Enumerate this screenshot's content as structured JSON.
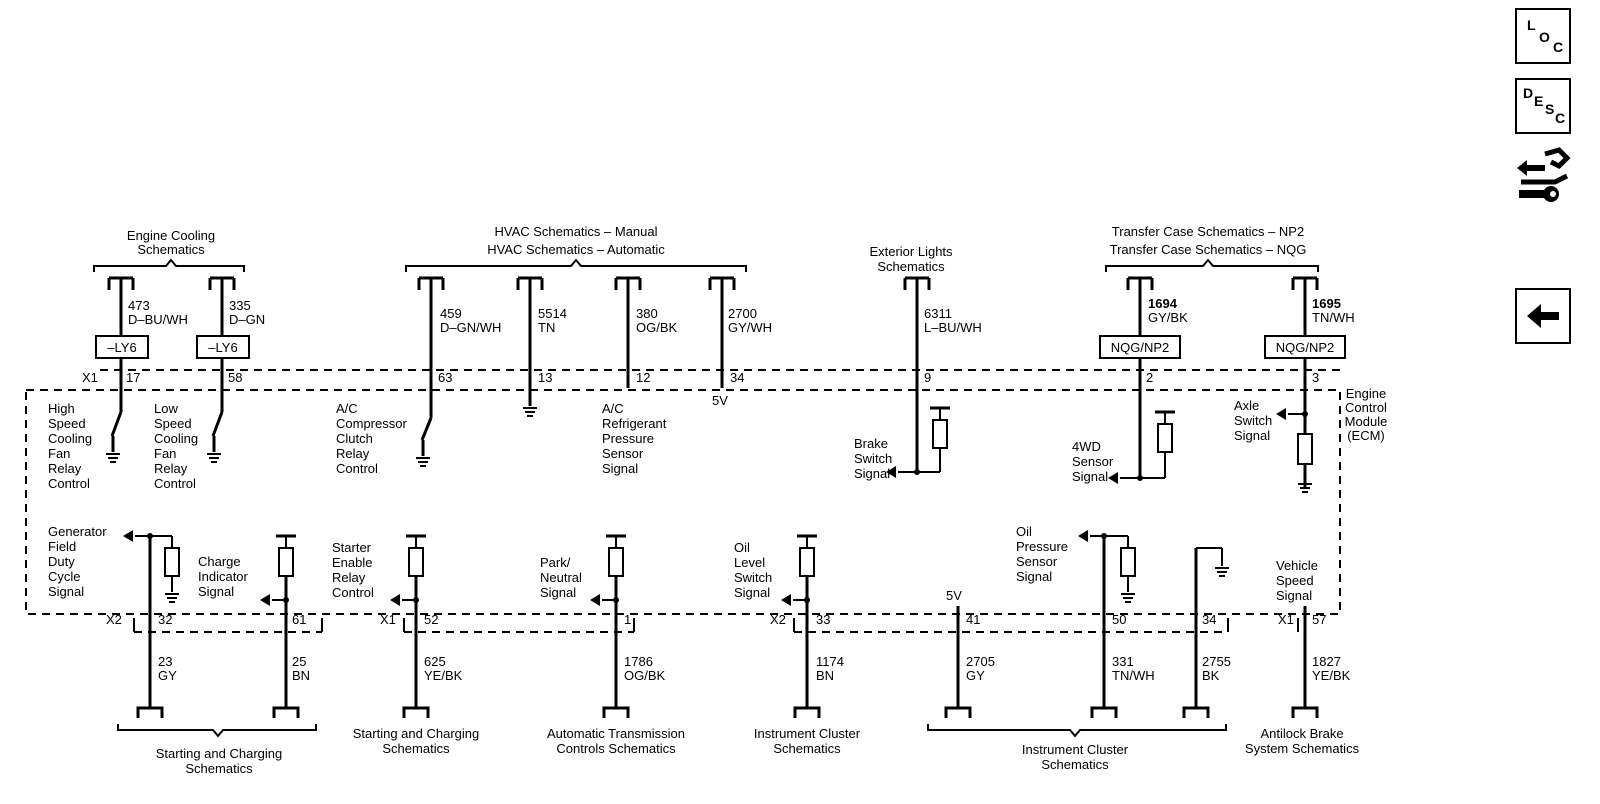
{
  "nav": {
    "loc": [
      "L",
      "O",
      "C"
    ],
    "desc": [
      "D",
      "E",
      "S",
      "C"
    ]
  },
  "top_refs": {
    "engine_cooling": [
      "Engine Cooling",
      "Schematics"
    ],
    "hvac": [
      "HVAC Schematics – Manual",
      "HVAC Schematics – Automatic"
    ],
    "exterior_lights": [
      "Exterior Lights",
      "Schematics"
    ],
    "transfer_case": [
      "Transfer Case Schematics – NP2",
      "Transfer Case Schematics – NQG"
    ]
  },
  "top_wires": [
    {
      "circuit": "473",
      "color": "D–BU/WH",
      "option": "–LY6",
      "pin": "17"
    },
    {
      "circuit": "335",
      "color": "D–GN",
      "option": "–LY6",
      "pin": "58"
    },
    {
      "circuit": "459",
      "color": "D–GN/WH",
      "pin": "63"
    },
    {
      "circuit": "5514",
      "color": "TN",
      "pin": "13"
    },
    {
      "circuit": "380",
      "color": "OG/BK",
      "pin": "12"
    },
    {
      "circuit": "2700",
      "color": "GY/WH",
      "pin": "34",
      "voltage": "5V"
    },
    {
      "circuit": "6311",
      "color": "L–BU/WH",
      "pin": "9"
    },
    {
      "circuit": "1694",
      "color": "GY/BK",
      "option": "NQG/NP2",
      "pin": "2"
    },
    {
      "circuit": "1695",
      "color": "TN/WH",
      "option": "NQG/NP2",
      "pin": "3"
    }
  ],
  "top_connector": "X1",
  "module": [
    "Engine",
    "Control",
    "Module",
    "(ECM)"
  ],
  "top_signals": {
    "high_speed": [
      "High",
      "Speed",
      "Cooling",
      "Fan",
      "Relay",
      "Control"
    ],
    "low_speed": [
      "Low",
      "Speed",
      "Cooling",
      "Fan",
      "Relay",
      "Control"
    ],
    "ac_compressor": [
      "A/C",
      "Compressor",
      "Clutch",
      "Relay",
      "Control"
    ],
    "ac_pressure": [
      "A/C",
      "Refrigerant",
      "Pressure",
      "Sensor",
      "Signal"
    ],
    "brake": [
      "Brake",
      "Switch",
      "Signal"
    ],
    "fourwd": [
      "4WD",
      "Sensor",
      "Signal"
    ],
    "axle": [
      "Axle",
      "Switch",
      "Signal"
    ]
  },
  "bottom_signals": {
    "generator": [
      "Generator",
      "Field",
      "Duty",
      "Cycle",
      "Signal"
    ],
    "charge": [
      "Charge",
      "Indicator",
      "Signal"
    ],
    "starter": [
      "Starter",
      "Enable",
      "Relay",
      "Control"
    ],
    "park": [
      "Park/",
      "Neutral",
      "Signal"
    ],
    "oil_level": [
      "Oil",
      "Level",
      "Switch",
      "Signal"
    ],
    "oil_pressure": [
      "Oil",
      "Pressure",
      "Sensor",
      "Signal"
    ],
    "vehicle_speed": [
      "Vehicle",
      "Speed",
      "Signal"
    ],
    "five_v": "5V"
  },
  "bottom_wires": [
    {
      "connector": "X2",
      "pin": "32",
      "circuit": "23",
      "color": "GY"
    },
    {
      "pin": "61",
      "circuit": "25",
      "color": "BN"
    },
    {
      "connector": "X1",
      "pin": "52",
      "circuit": "625",
      "color": "YE/BK"
    },
    {
      "pin": "1",
      "circuit": "1786",
      "color": "OG/BK"
    },
    {
      "connector": "X2",
      "pin": "33",
      "circuit": "1174",
      "color": "BN"
    },
    {
      "pin": "41",
      "circuit": "2705",
      "color": "GY"
    },
    {
      "pin": "50",
      "circuit": "331",
      "color": "TN/WH"
    },
    {
      "pin": "34",
      "circuit": "2755",
      "color": "BK"
    },
    {
      "connector": "X1",
      "pin": "57",
      "circuit": "1827",
      "color": "YE/BK"
    }
  ],
  "bottom_refs": {
    "starting_charging_1": [
      "Starting and Charging",
      "Schematics"
    ],
    "starting_charging_2": [
      "Starting and Charging",
      "Schematics"
    ],
    "auto_trans": [
      "Automatic Transmission",
      "Controls Schematics"
    ],
    "instrument_cluster_1": [
      "Instrument Cluster",
      "Schematics"
    ],
    "instrument_cluster_2": [
      "Instrument Cluster",
      "Schematics"
    ],
    "abs": [
      "Antilock Brake",
      "System Schematics"
    ]
  }
}
